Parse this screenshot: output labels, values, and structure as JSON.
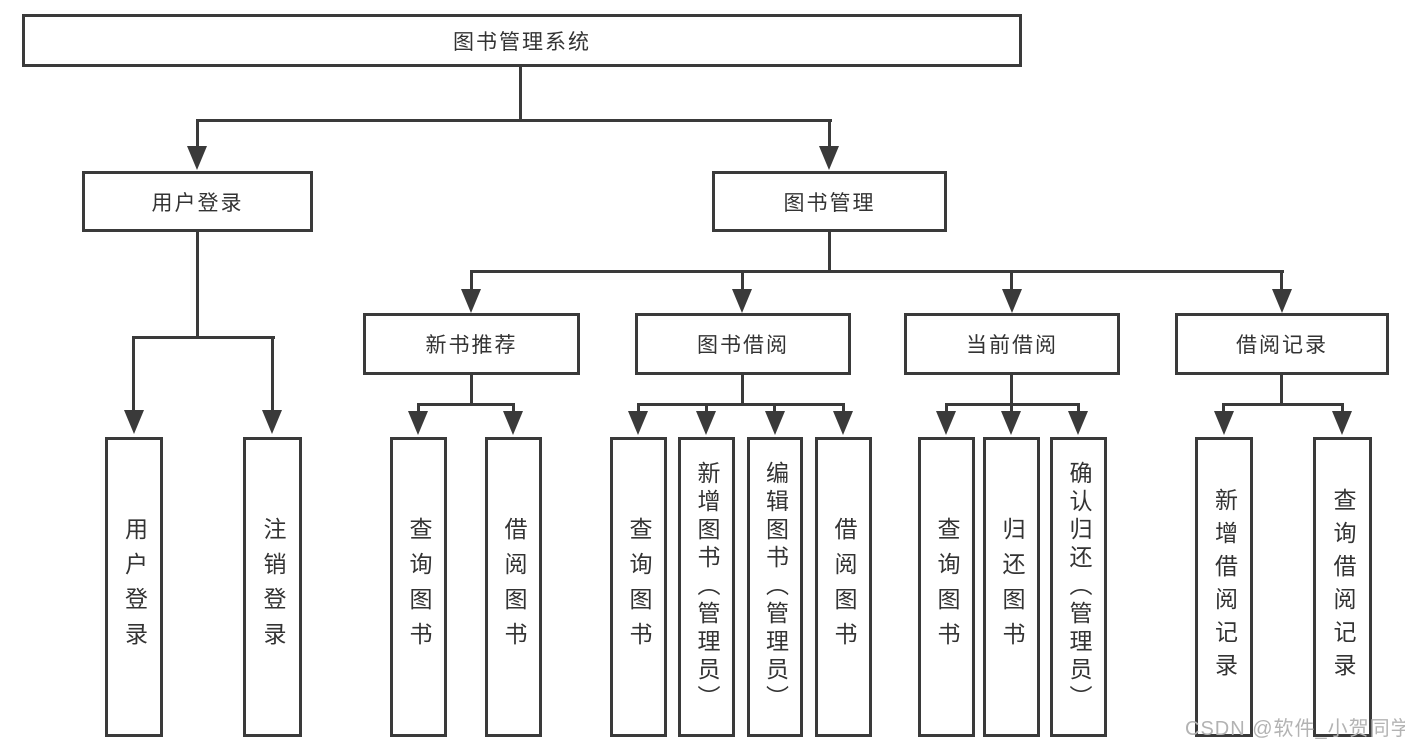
{
  "diagram": {
    "type": "tree",
    "root": {
      "label": "图书管理系统"
    },
    "level2": [
      {
        "label": "用户登录",
        "parent": "图书管理系统"
      },
      {
        "label": "图书管理",
        "parent": "图书管理系统"
      }
    ],
    "level3": [
      {
        "label": "新书推荐",
        "parent": "图书管理"
      },
      {
        "label": "图书借阅",
        "parent": "图书管理"
      },
      {
        "label": "当前借阅",
        "parent": "图书管理"
      },
      {
        "label": "借阅记录",
        "parent": "图书管理"
      }
    ],
    "leaves": [
      {
        "label": "用户登录",
        "parent": "用户登录"
      },
      {
        "label": "注销登录",
        "parent": "用户登录"
      },
      {
        "label": "查询图书",
        "parent": "新书推荐"
      },
      {
        "label": "借阅图书",
        "parent": "新书推荐"
      },
      {
        "label": "查询图书",
        "parent": "图书借阅"
      },
      {
        "label": "新增图书（管理员）",
        "parent": "图书借阅"
      },
      {
        "label": "编辑图书（管理员）",
        "parent": "图书借阅"
      },
      {
        "label": "借阅图书",
        "parent": "图书借阅"
      },
      {
        "label": "查询图书",
        "parent": "当前借阅"
      },
      {
        "label": "归还图书",
        "parent": "当前借阅"
      },
      {
        "label": "确认归还（管理员）",
        "parent": "当前借阅"
      },
      {
        "label": "新增借阅记录",
        "parent": "借阅记录"
      },
      {
        "label": "查询借阅记录",
        "parent": "借阅记录"
      }
    ]
  },
  "watermark": {
    "text": "CSDN @软件_小贺同学"
  },
  "colors": {
    "line": "#3a3a3a",
    "box_border": "#3a3a3a",
    "text": "#333333",
    "background": "#ffffff",
    "watermark": "#b3b3b3"
  }
}
